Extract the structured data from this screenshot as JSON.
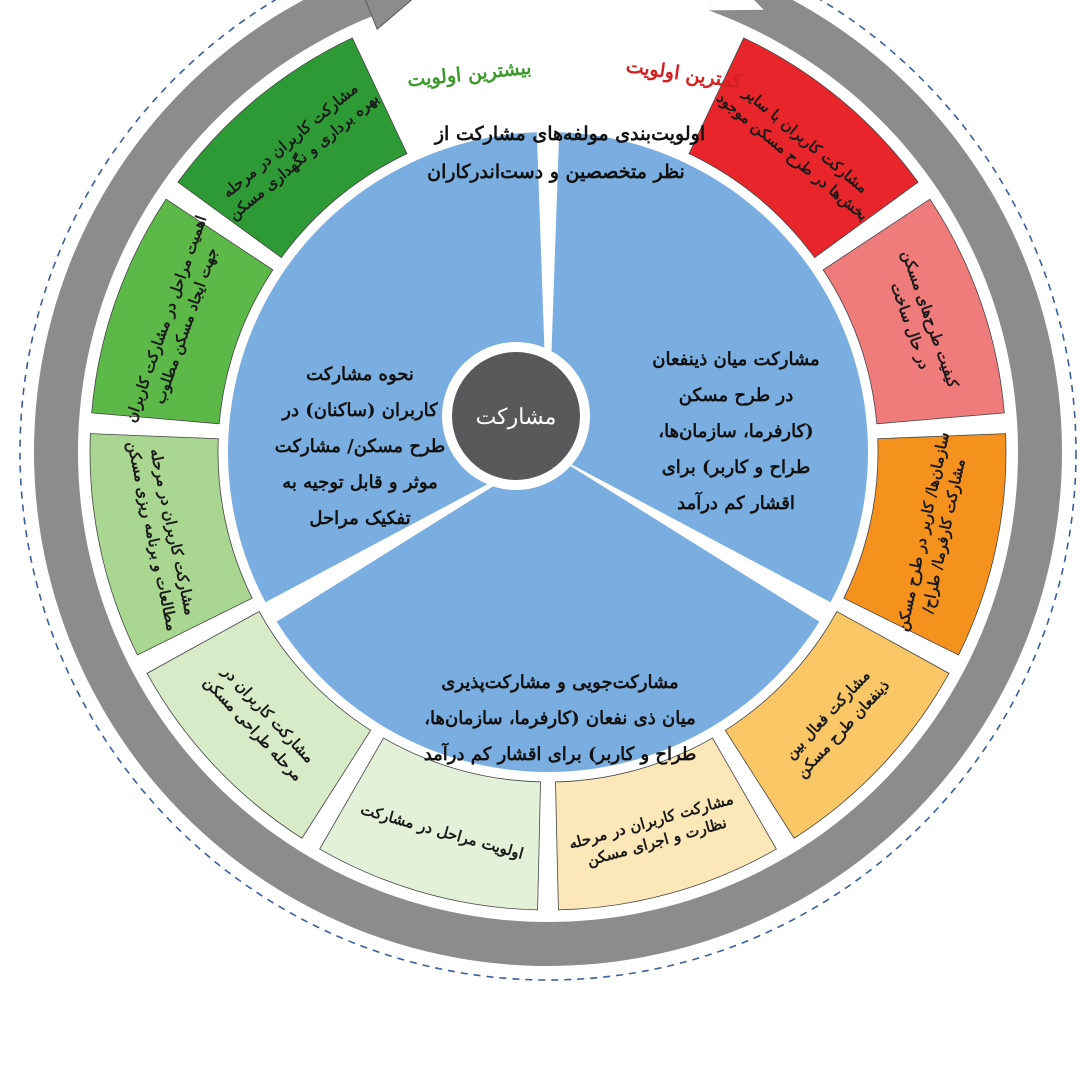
{
  "title_lines": [
    "اولویت‌بندی مولفه‌های مشارکت از",
    "نظر متخصصین و دست‌اندرکاران"
  ],
  "priority_labels": {
    "highest": "بیشترین اولویت",
    "lowest": "کمترین اولویت"
  },
  "center_label": "مشارکت",
  "core_sectors": [
    {
      "id": "right",
      "color": "#7aaee0",
      "lines": [
        "مشارکت میان ذینفعان",
        "در طرح مسکن",
        "(کارفرما، سازمان‌ها،",
        "طراح و کاربر) برای",
        "اقشار کم درآمد"
      ]
    },
    {
      "id": "left",
      "color": "#7aaee0",
      "lines": [
        "نحوه مشارکت",
        "کاربران (ساکنان) در",
        "طرح مسکن/ مشارکت",
        "موثر و قابل توجیه به",
        "تفکیک مراحل"
      ]
    },
    {
      "id": "bottom",
      "color": "#7aaee0",
      "lines": [
        "مشارکت‌جویی و مشارکت‌پذیری",
        "میان ذی نفعان (کارفرما، سازمان‌ها،",
        "طراح و کاربر) برای اقشار کم درآمد"
      ]
    }
  ],
  "ring_segments": [
    {
      "id": "seg-1",
      "color": "#e8252a",
      "lines": [
        "مشارکت کاربران با سایر",
        "بخش‌ها در طرح مسکن موجود"
      ]
    },
    {
      "id": "seg-2",
      "color": "#f07b7b",
      "lines": [
        "کیفیت طرح‌های مسکن",
        "در حال ساخت"
      ]
    },
    {
      "id": "seg-3",
      "color": "#f5921e",
      "lines": [
        "سازمان‌ها/ کاربر در طرح مسکن",
        "مشارکت کارفرما/ طراح/"
      ]
    },
    {
      "id": "seg-4",
      "color": "#f9c766",
      "lines": [
        "مشارکت فعال بین",
        "ذینفعان طرح مسکن"
      ]
    },
    {
      "id": "seg-5",
      "color": "#fbe7b7",
      "lines": [
        "مشارکت کاربران در مرحله",
        "نظارت و اجرای مسکن"
      ]
    },
    {
      "id": "seg-6",
      "color": "#e3f1d9",
      "lines": [
        "اولویت مراحل در مشارکت"
      ]
    },
    {
      "id": "seg-7",
      "color": "#d7ebc8",
      "lines": [
        "مشارکت کاربران در",
        "مرحله طراحی مسکن"
      ]
    },
    {
      "id": "seg-8",
      "color": "#a9d690",
      "lines": [
        "مشارکت کاربران در مرحله",
        "مطالعات و برنامه ریزی مسکن"
      ]
    },
    {
      "id": "seg-9",
      "color": "#5cb847",
      "lines": [
        "اهمیت مراحل در مشارکت کاربران",
        "جهت ایجاد مسکن مطلوب"
      ]
    },
    {
      "id": "seg-10",
      "color": "#2e9a35",
      "lines": [
        "مشارکت کاربران در مرحله",
        "بهره برداری و نگهداری مسکن"
      ]
    }
  ],
  "colors": {
    "arrow_band": "#8c8c8d",
    "dashed_ring": "#3a5f9e",
    "center_fill": "#58595b",
    "gap": "#ffffff"
  }
}
